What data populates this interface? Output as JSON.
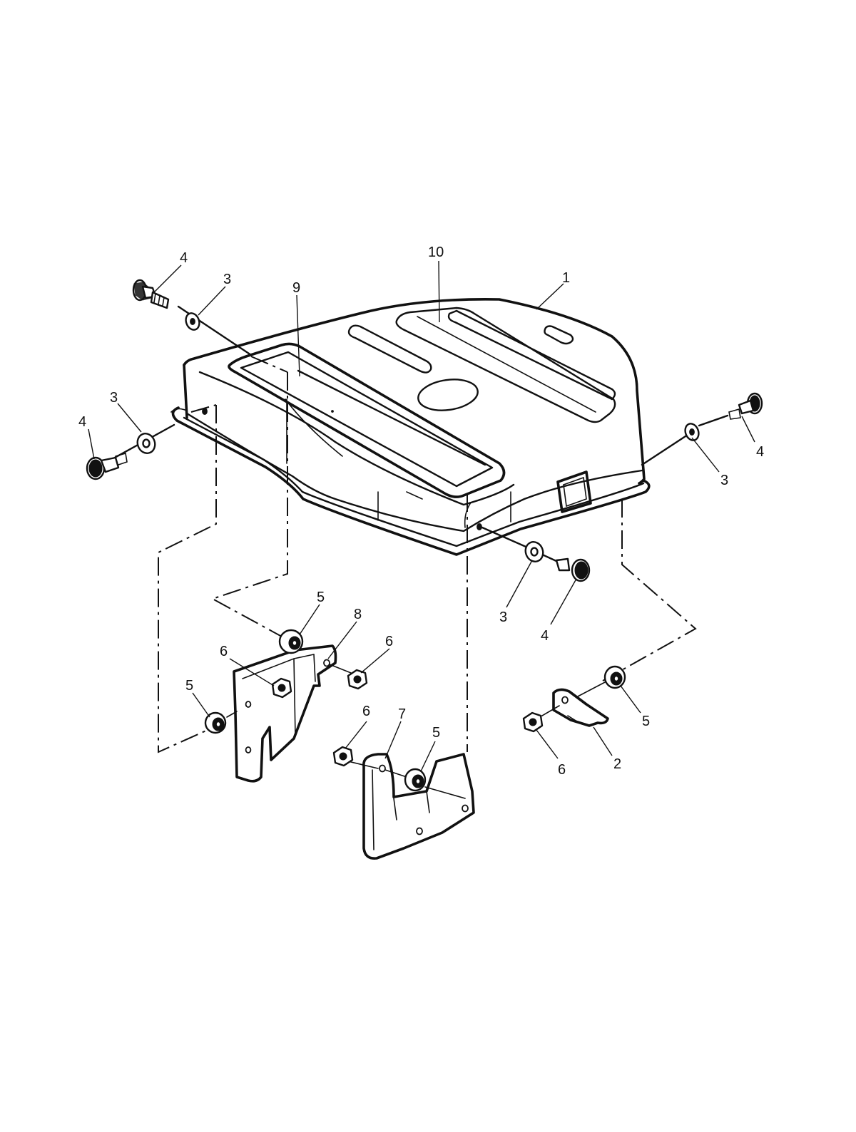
{
  "callouts": [
    {
      "id": "c4a",
      "text": "4"
    },
    {
      "id": "c3a",
      "text": "3"
    },
    {
      "id": "c9",
      "text": "9"
    },
    {
      "id": "c10",
      "text": "10"
    },
    {
      "id": "c1",
      "text": "1"
    },
    {
      "id": "c3b",
      "text": "3"
    },
    {
      "id": "c4b",
      "text": "4"
    },
    {
      "id": "c4c",
      "text": "4"
    },
    {
      "id": "c3c",
      "text": "3"
    },
    {
      "id": "c3d",
      "text": "3"
    },
    {
      "id": "c4d",
      "text": "4"
    },
    {
      "id": "c5a",
      "text": "5"
    },
    {
      "id": "c8",
      "text": "8"
    },
    {
      "id": "c6a",
      "text": "6"
    },
    {
      "id": "c6b",
      "text": "6"
    },
    {
      "id": "c5b",
      "text": "5"
    },
    {
      "id": "c6c",
      "text": "6"
    },
    {
      "id": "c7",
      "text": "7"
    },
    {
      "id": "c5c",
      "text": "5"
    },
    {
      "id": "c5d",
      "text": "5"
    },
    {
      "id": "c6d",
      "text": "6"
    },
    {
      "id": "c2",
      "text": "2"
    }
  ]
}
